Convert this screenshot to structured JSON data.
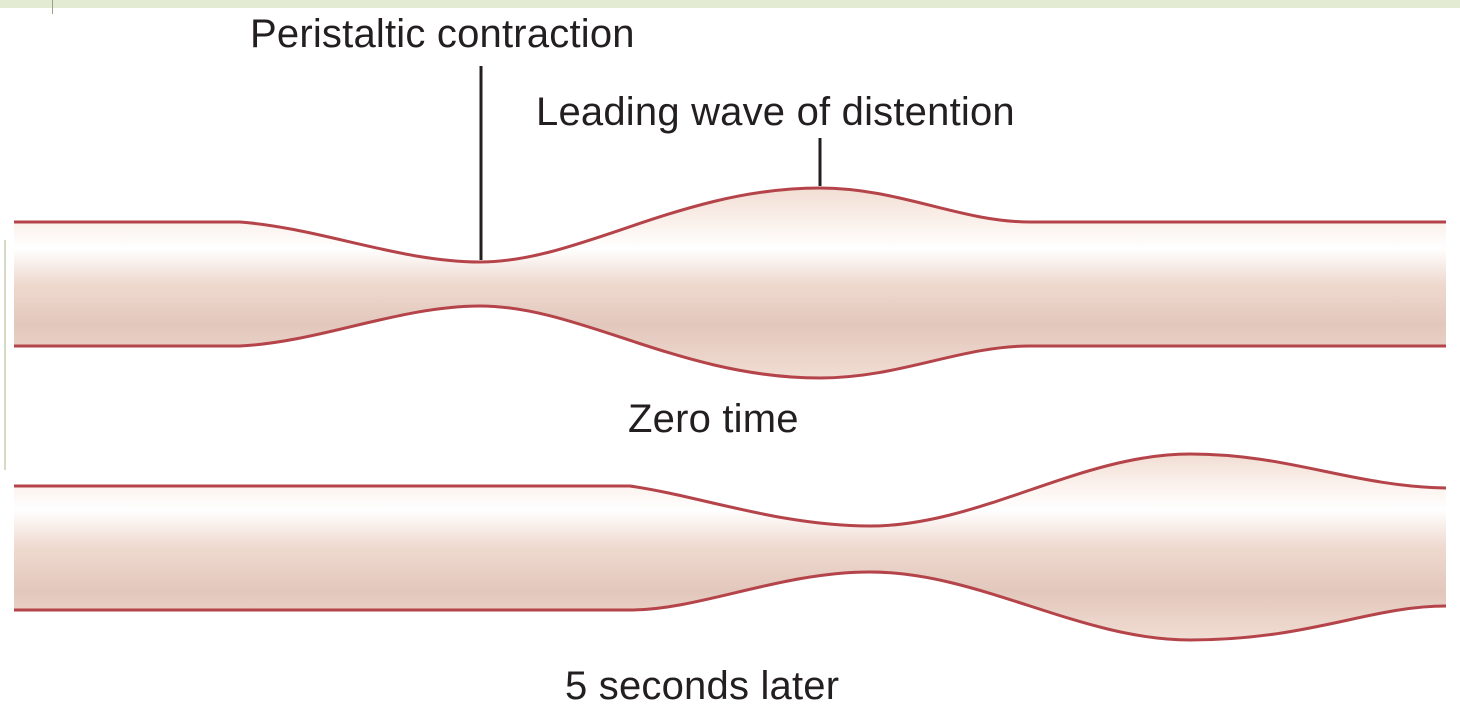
{
  "labels": {
    "peristaltic_contraction": "Peristaltic contraction",
    "leading_wave": "Leading wave of distention",
    "zero_time": "Zero time",
    "five_seconds_later": "5 seconds later"
  },
  "colors": {
    "wall_stroke": "#b5444a",
    "lumen_fill": "#f1ddd3",
    "lumen_shadow": "#e3c8bd",
    "highlight": "#ffffff",
    "pointer_line": "#231f20",
    "top_band": "#e4ebd3"
  }
}
